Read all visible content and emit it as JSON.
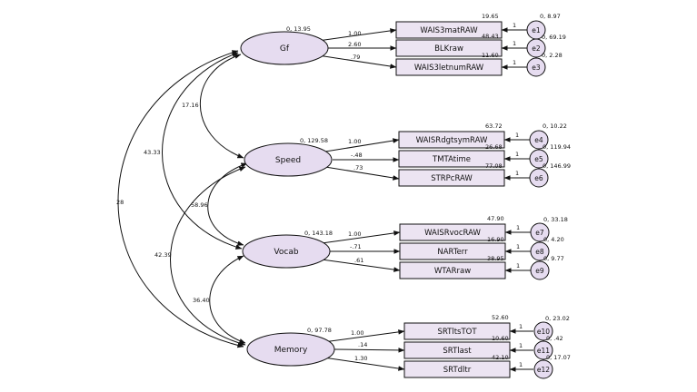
{
  "factors": [
    {
      "label": "Gf",
      "variance": "0, 13.95"
    },
    {
      "label": "Speed",
      "variance": "0, 129.58"
    },
    {
      "label": "Vocab",
      "variance": "0, 143.18"
    },
    {
      "label": "Memory",
      "variance": "0, 97.78"
    }
  ],
  "indicators": [
    {
      "label": "WAIS3matRAW",
      "intercept": "19.65",
      "loading": "1.00",
      "error": "e1",
      "error_variance": "0, 8.97"
    },
    {
      "label": "BLKraw",
      "intercept": "48.43",
      "loading": "2.60",
      "error": "e2",
      "error_variance": "0, 69.19"
    },
    {
      "label": "WAIS3letnumRAW",
      "intercept": "11.60",
      "loading": ".79",
      "error": "e3",
      "error_variance": "0, 2.28"
    },
    {
      "label": "WAISRdgtsymRAW",
      "intercept": "63.72",
      "loading": "1.00",
      "error": "e4",
      "error_variance": "0, 10.22"
    },
    {
      "label": "TMTAtime",
      "intercept": "26.68",
      "loading": "-.48",
      "error": "e5",
      "error_variance": "0, 119.94"
    },
    {
      "label": "STRPcRAW",
      "intercept": "77.08",
      "loading": ".73",
      "error": "e6",
      "error_variance": "0, 146.99"
    },
    {
      "label": "WAISRvocRAW",
      "intercept": "47.90",
      "loading": "1.00",
      "error": "e7",
      "error_variance": "0, 33.18"
    },
    {
      "label": "NARTerr",
      "intercept": "16.90",
      "loading": "-.71",
      "error": "e8",
      "error_variance": "0, 4.20"
    },
    {
      "label": "WTARraw",
      "intercept": "38.95",
      "loading": ".61",
      "error": "e9",
      "error_variance": "0, 9.77"
    },
    {
      "label": "SRTltsTOT",
      "intercept": "52.60",
      "loading": "1.00",
      "error": "e10",
      "error_variance": "0, 23.02"
    },
    {
      "label": "SRTlast",
      "intercept": "10.60",
      "loading": ".14",
      "error": "e11",
      "error_variance": "0, .42"
    },
    {
      "label": "SRTdltr",
      "intercept": "42.10",
      "loading": "1.30",
      "error": "e12",
      "error_variance": "0, 17.07"
    }
  ],
  "error_path_label": "1",
  "covariances": [
    {
      "between": "Gf-Speed",
      "value": "17.16"
    },
    {
      "between": "Gf-Vocab",
      "value": "43.33"
    },
    {
      "between": "Gf-Memory",
      "value": "28"
    },
    {
      "between": "Speed-Vocab",
      "value": "58.96"
    },
    {
      "between": "Speed-Memory",
      "value": "42.39"
    },
    {
      "between": "Vocab-Memory",
      "value": "36.40"
    }
  ],
  "colors": {
    "factor_fill": "#e6dcf0",
    "box_fill": "#ece4f2",
    "error_fill": "#e6dcf0",
    "stroke": "#111111"
  }
}
